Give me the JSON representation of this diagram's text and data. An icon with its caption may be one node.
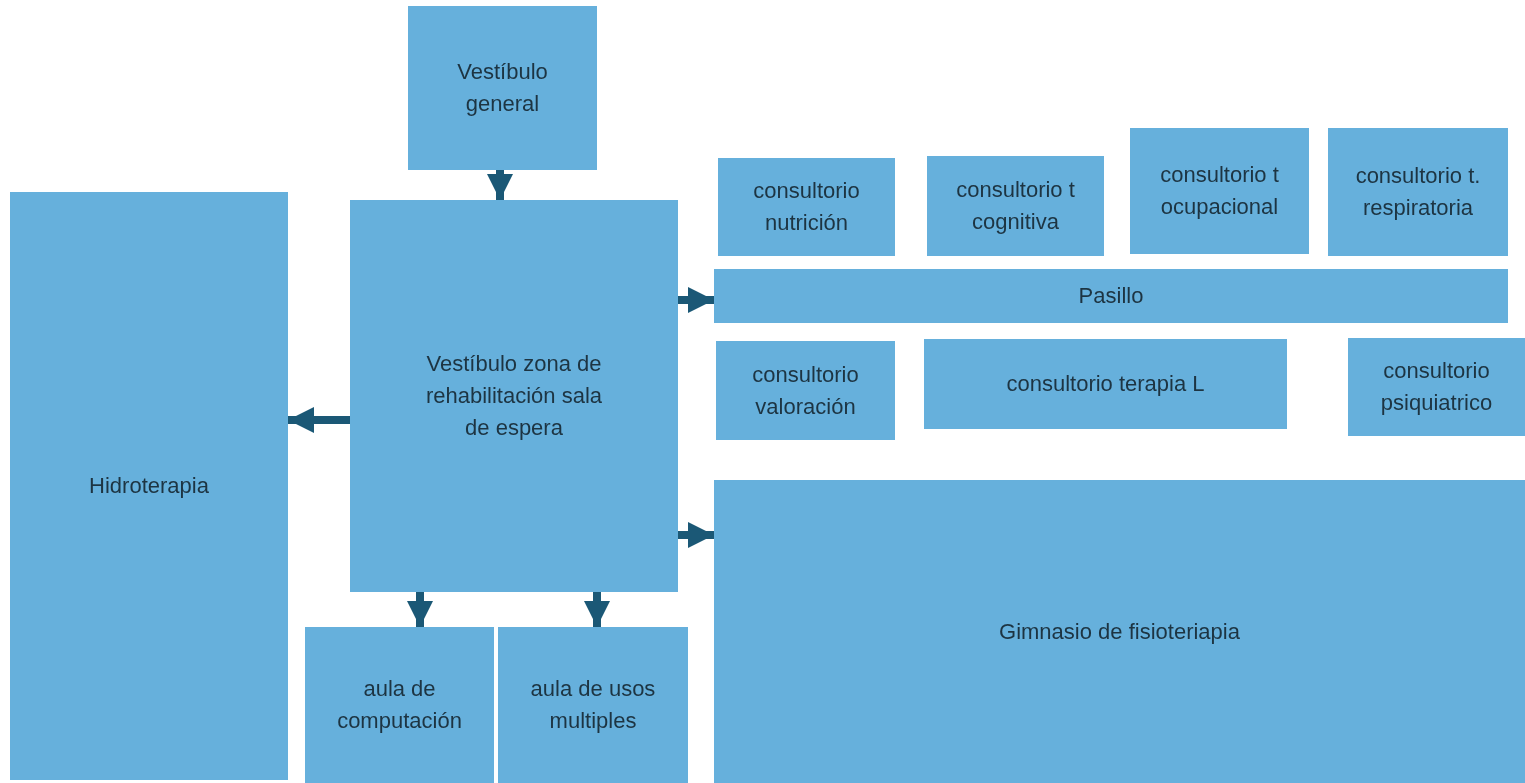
{
  "diagram": {
    "nodes": [
      {
        "text": [
          "Vestíbulo general"
        ]
      },
      {
        "text": [
          "Hidroterapia"
        ]
      },
      {
        "text": [
          "Vestíbulo zona de rehabilitación sala de espera"
        ]
      },
      {
        "text": [
          "consultorio nutrición"
        ]
      },
      {
        "text": [
          "consultorio t cognitiva"
        ]
      },
      {
        "text": [
          "consultorio t ocupacional"
        ]
      },
      {
        "text": [
          "consultorio t. respiratoria"
        ]
      },
      {
        "text": [
          "Pasillo"
        ]
      },
      {
        "text": [
          "consultorio valoración"
        ]
      },
      {
        "text": [
          "consultorio terapia L"
        ]
      },
      {
        "text": [
          "consultorio psiquiatrico"
        ]
      },
      {
        "text": [
          "Gimnasio de fisioteriapia"
        ]
      },
      {
        "text": [
          "aula de computación"
        ]
      },
      {
        "text": [
          "aula de usos multiples"
        ]
      }
    ],
    "edges": [
      {
        "from": 0,
        "to": 2,
        "arrow": "to"
      },
      {
        "from": 2,
        "to": 1,
        "arrow": "to"
      },
      {
        "from": 2,
        "to": 7,
        "arrow": "to"
      },
      {
        "from": 2,
        "to": 11,
        "arrow": "to"
      },
      {
        "from": 2,
        "to": 12,
        "arrow": "to"
      },
      {
        "from": 2,
        "to": 13,
        "arrow": "to"
      }
    ]
  }
}
